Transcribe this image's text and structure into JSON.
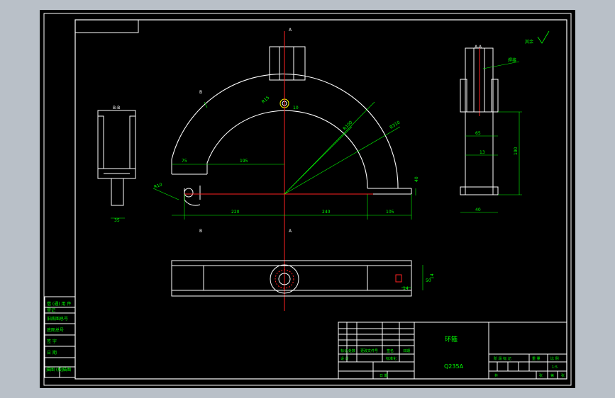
{
  "drawing": {
    "part_name": "环箍",
    "material": "Q235A",
    "scale_label": "比 例",
    "scale_value": "1:5",
    "roughness_note": "其余"
  },
  "section_labels": {
    "A_top": "A",
    "A_bottom": "A",
    "B_top": "B",
    "B_bottom": "B",
    "B_view": "B-B",
    "A_view": "A-A"
  },
  "dimensions": {
    "d75": "75",
    "d195": "195",
    "r100": "R100",
    "r310": "R310",
    "d220": "220",
    "d240": "240",
    "d105": "105",
    "d40": "40",
    "d10": "10",
    "d35": "35",
    "d65": "65",
    "d13": "13",
    "d190": "190",
    "d40b": "40",
    "d14": "14",
    "d14b": "14",
    "d50": "50",
    "r15": "R15",
    "r10": "R10",
    "leader": "焊接"
  },
  "left_panel": [
    "借 (通) 用 件",
    "登记",
    "旧底图总号",
    "底图总号",
    "签 字",
    "日 期",
    "描图 (校)",
    "描图"
  ],
  "title_block": {
    "header": [
      "标记",
      "处数",
      "更改文件号",
      "签名",
      "日期"
    ],
    "row2": [
      "设 计",
      "",
      "标准化"
    ],
    "row3": "日 期",
    "right_header": [
      "阶 段 标 记",
      "重 量",
      "比 例"
    ],
    "sheet_info": [
      "共",
      "张",
      "第",
      "张"
    ]
  }
}
